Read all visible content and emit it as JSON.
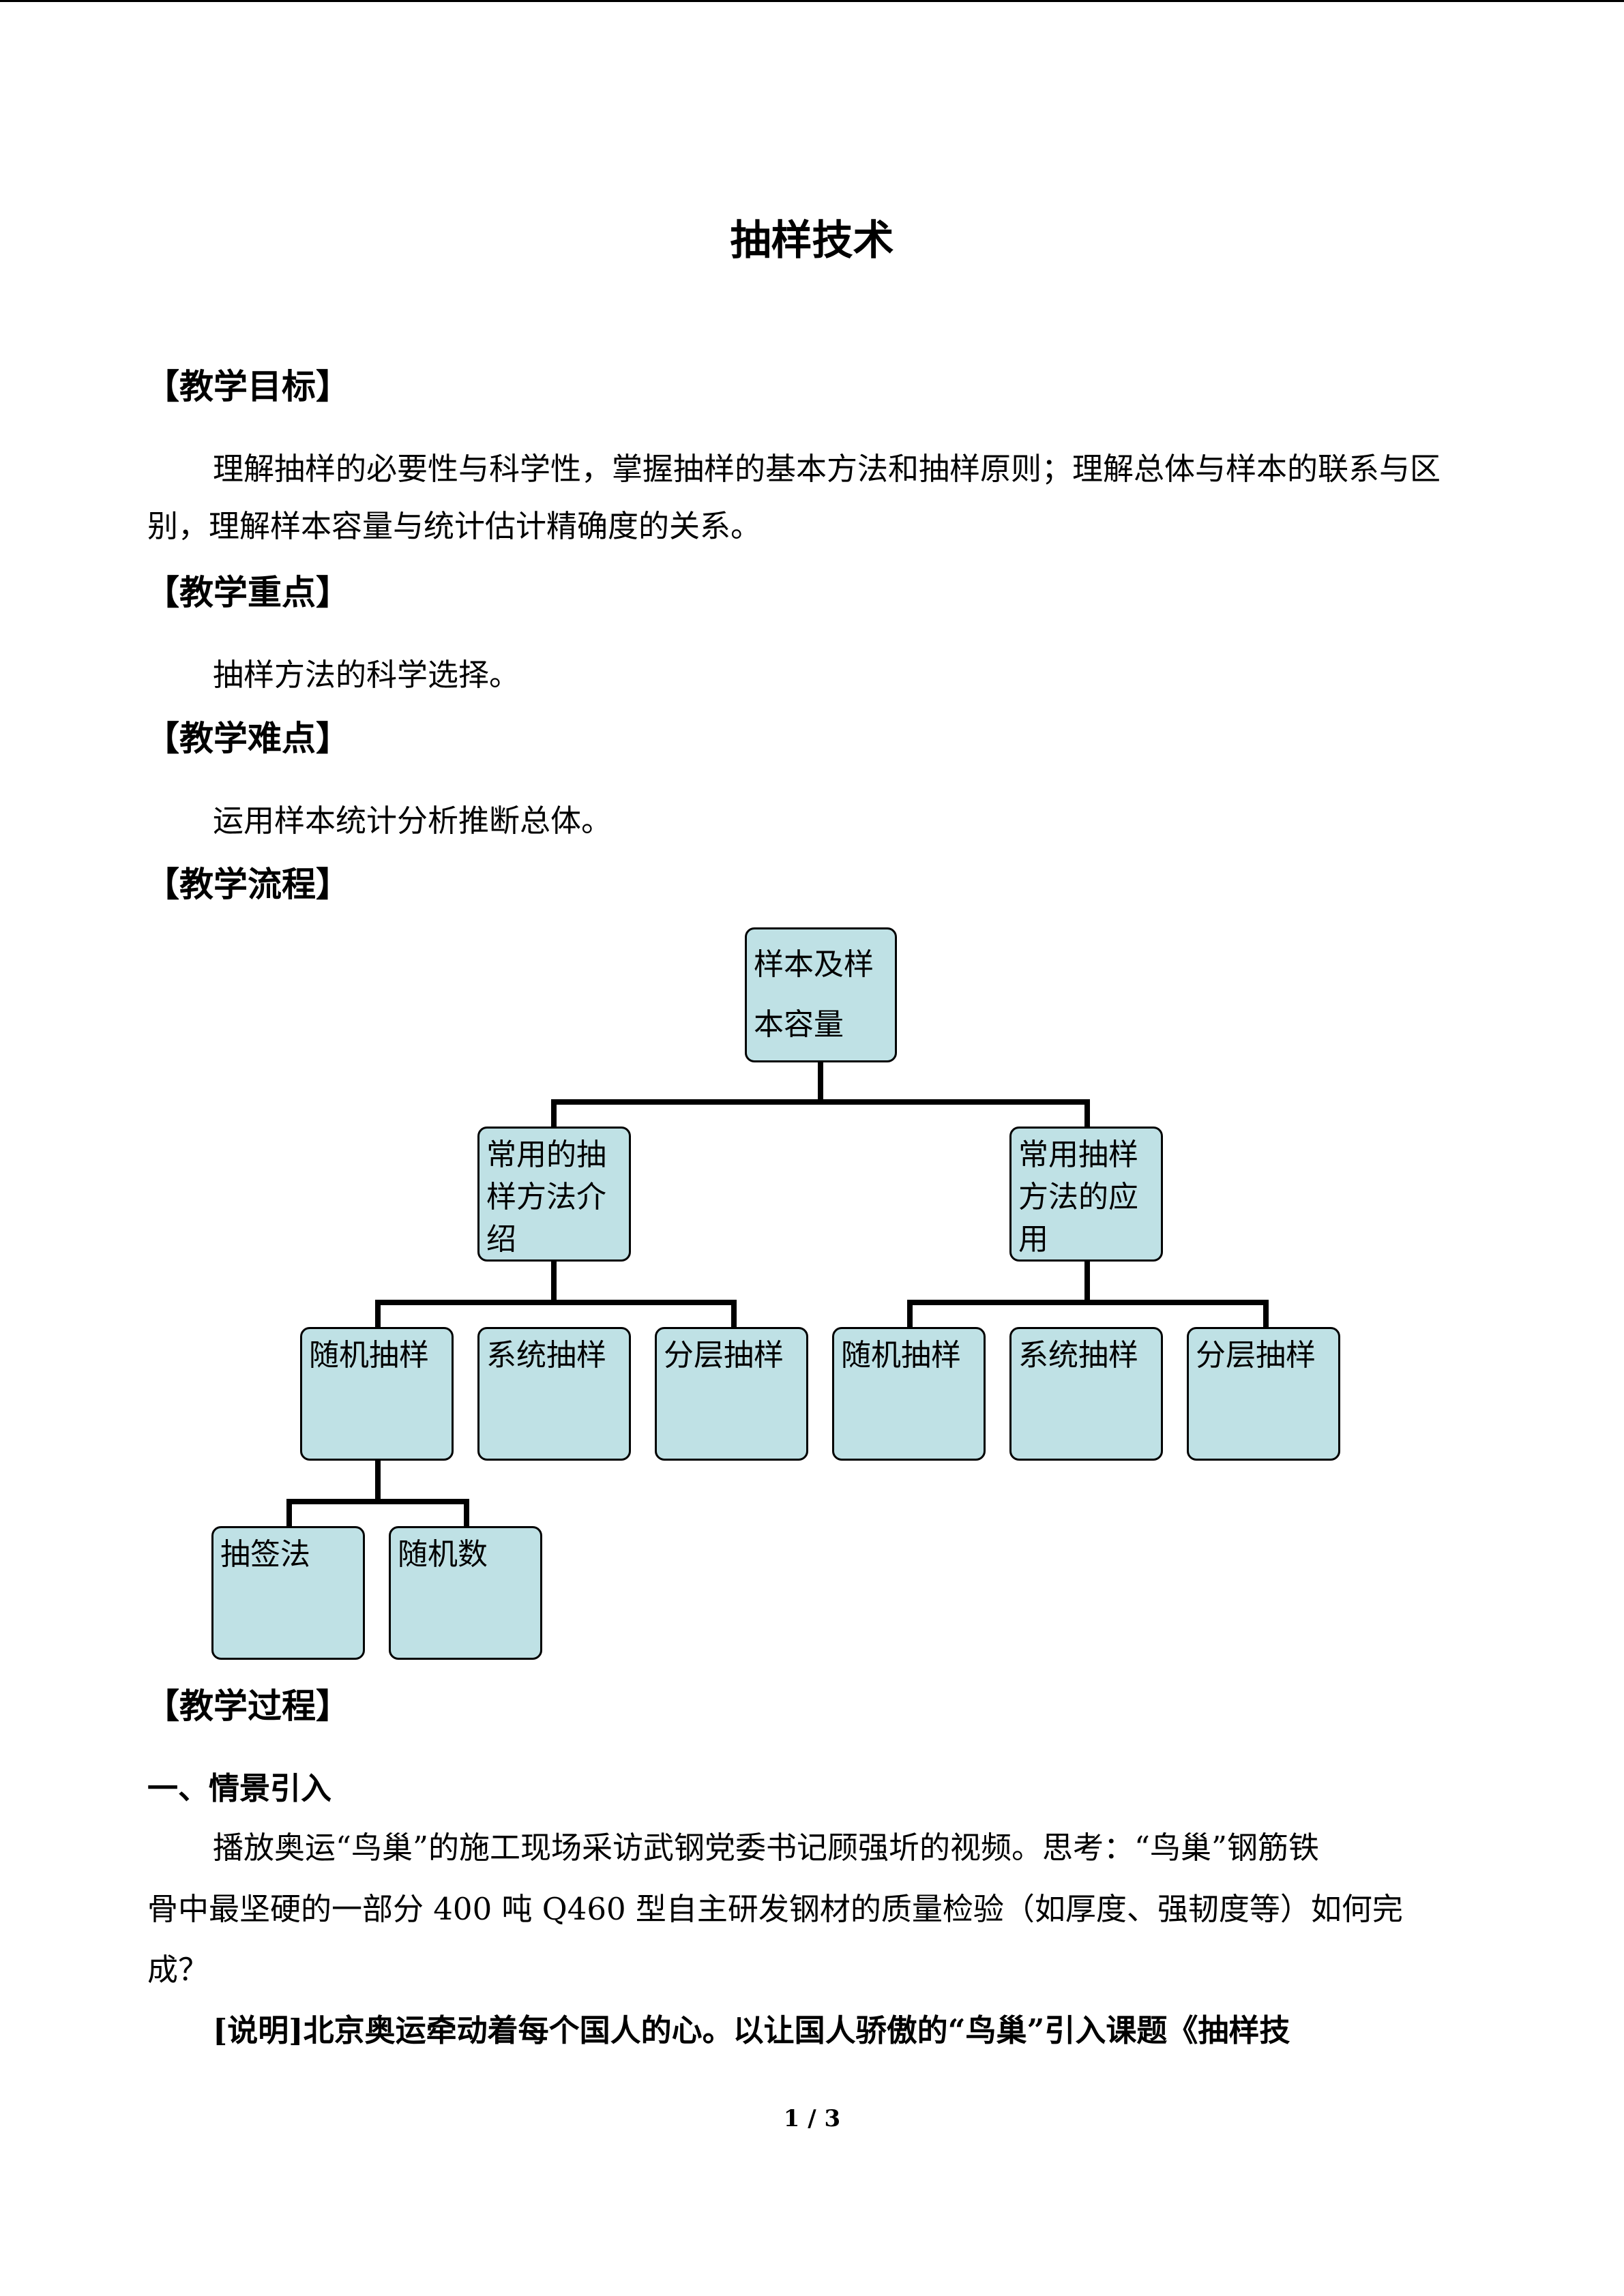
{
  "title": "抽样技术",
  "sections": {
    "objectives": {
      "heading": "【教学目标】",
      "body": "理解抽样的必要性与科学性，掌握抽样的基本方法和抽样原则；理解总体与样本的联系与区别，理解样本容量与统计估计精确度的关系。"
    },
    "key_points": {
      "heading": "【教学重点】",
      "body": "抽样方法的科学选择。"
    },
    "difficulties": {
      "heading": "【教学难点】",
      "body": "运用样本统计分析推断总体。"
    },
    "flow": {
      "heading": "【教学流程】",
      "root": "样本及样本容量",
      "left_branch": "常用的抽样方法介绍",
      "right_branch": "常用抽样方法的应用",
      "left_children": [
        "随机抽样",
        "系统抽样",
        "分层抽样"
      ],
      "right_children": [
        "随机抽样",
        "系统抽样",
        "分层抽样"
      ],
      "random_children": [
        "抽签法",
        "随机数"
      ]
    },
    "process": {
      "heading": "【教学过程】",
      "subheading": "一、情景引入",
      "para_line1": "播放奥运“鸟巢”的施工现场采访武钢党委书记顾强圻的视频。思考：“鸟巢”钢筋铁",
      "para_line2": "骨中最坚硬的一部分 400 吨 Q460 型自主研发钢材的质量检验（如厚度、强韧度等）如何完",
      "para_line3": "成？",
      "note": "[说明]北京奥运牵动着每个国人的心。以让国人骄傲的“鸟巢”引入课题《抽样技"
    }
  },
  "footer": {
    "page": "1 / 3"
  }
}
